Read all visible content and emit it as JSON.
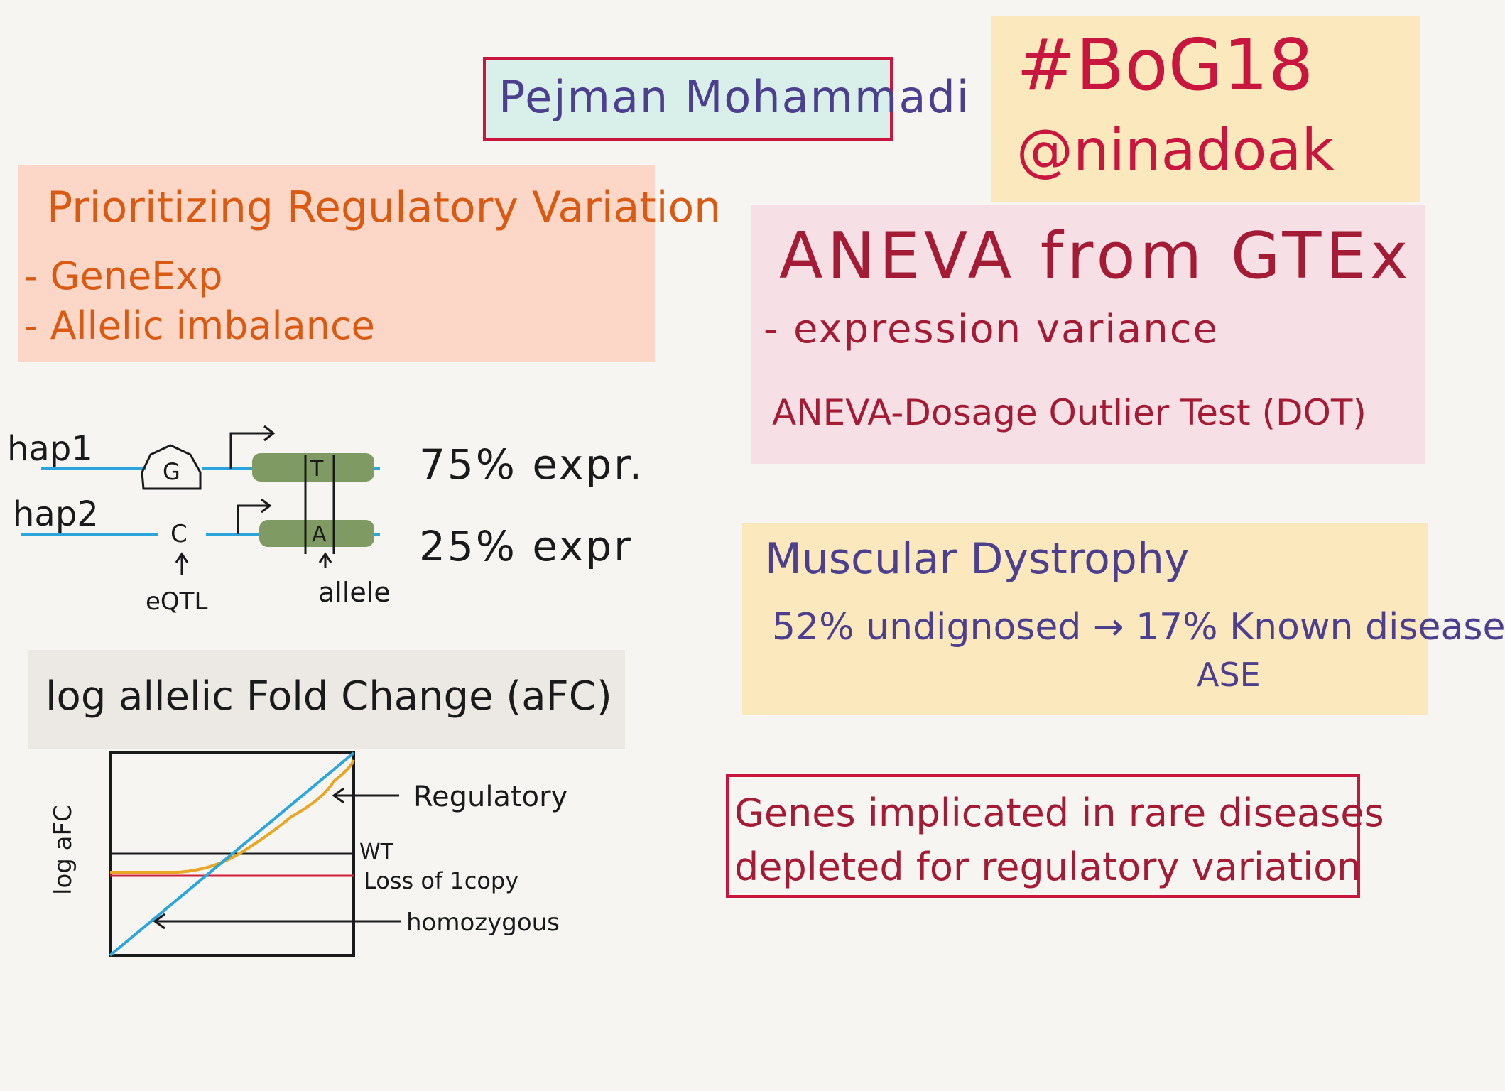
{
  "speaker": {
    "name": "Pejman Mohammadi"
  },
  "tag": {
    "hashtag": "#BoG18",
    "handle": "@ninadoak"
  },
  "prioritizing": {
    "title": "Prioritizing Regulatory Variation",
    "items": [
      "- GeneExp",
      "- Allelic imbalance"
    ]
  },
  "haplotype_diagram": {
    "hap1_label": "hap1",
    "hap2_label": "hap2",
    "hap1_variant": "G",
    "hap2_variant": "C",
    "hap1_allele": "T",
    "hap2_allele": "A",
    "hap1_expr": "75% expr.",
    "hap2_expr": "25% expr",
    "eqtl_label": "eQTL",
    "allele_label": "allele"
  },
  "afc": {
    "title": "log allelic Fold Change (aFC)",
    "ylabel": "log aFC",
    "labels": {
      "regulatory": "Regulatory",
      "wt": "WT",
      "loss": "Loss of 1copy",
      "homozygous": "homozygous"
    },
    "colors": {
      "diagonal": "#2aa6dc",
      "regulatory": "#e8a623",
      "loss": "#d0213a",
      "frame": "#1a1a1a"
    }
  },
  "aneva": {
    "title": "ANEVA from GTEx",
    "item": "- expression variance",
    "dot": "ANEVA-Dosage Outlier Test (DOT)"
  },
  "dystrophy": {
    "title": "Muscular Dystrophy",
    "line": "52% undignosed → 17% Known disease",
    "sub": "ASE"
  },
  "genes_box": {
    "line1": "Genes implicated in rare diseases",
    "line2": "depleted for regulatory variation"
  }
}
